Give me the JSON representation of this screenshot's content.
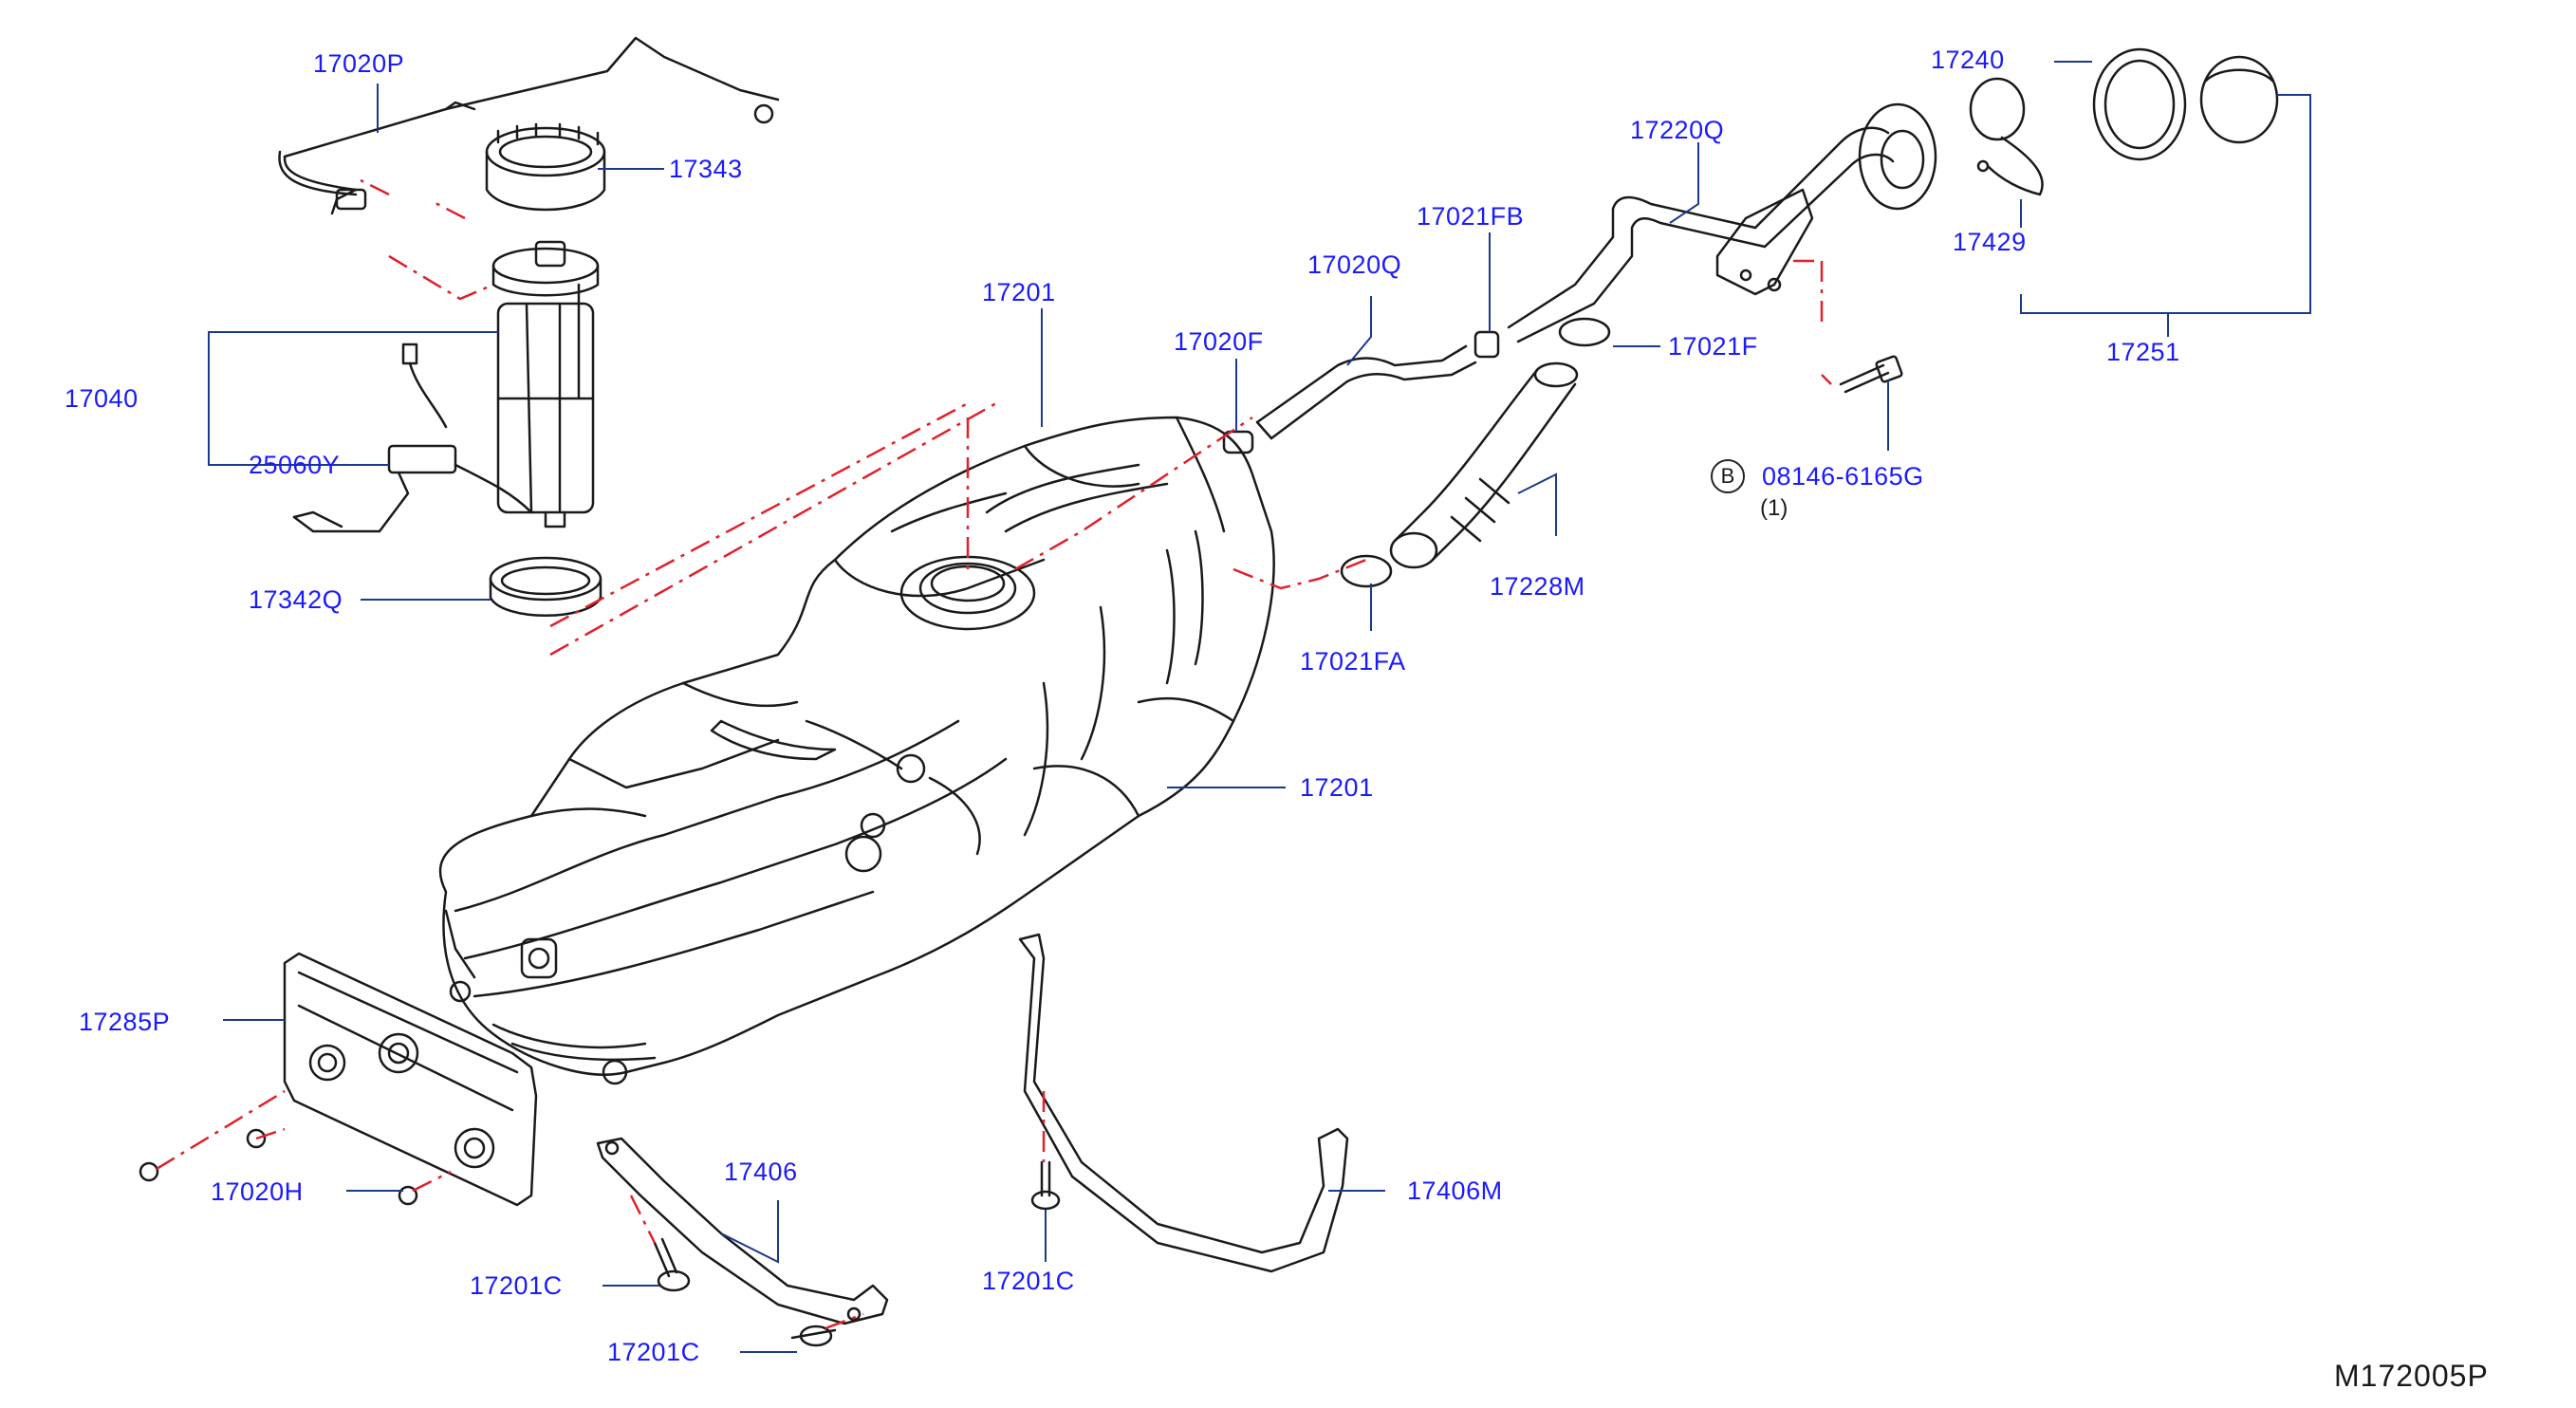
{
  "colors": {
    "label": "#1a1aff",
    "leader": "#1a3a8c",
    "outline": "#1a1a1a",
    "centerline": "#e0202a",
    "code": "#1a1a1a"
  },
  "bolt_badge": "B",
  "bolt_qty": "(1)",
  "drawing_code": "M172005P",
  "labels": {
    "p17020P": "17020P",
    "p17343": "17343",
    "p17040": "17040",
    "p25060Y": "25060Y",
    "p17342Q": "17342Q",
    "p17201_top": "17201",
    "p17201_right": "17201",
    "p17020F": "17020F",
    "p17020Q": "17020Q",
    "p17021FB": "17021FB",
    "p17220Q": "17220Q",
    "p17021F": "17021F",
    "p17228M": "17228M",
    "p17021FA": "17021FA",
    "p17240": "17240",
    "p17429": "17429",
    "p17251": "17251",
    "p08146": "08146-6165G",
    "p17285P": "17285P",
    "p17020H": "17020H",
    "p17406": "17406",
    "p17406M": "17406M",
    "p17201C_a": "17201C",
    "p17201C_b": "17201C",
    "p17201C_c": "17201C"
  }
}
